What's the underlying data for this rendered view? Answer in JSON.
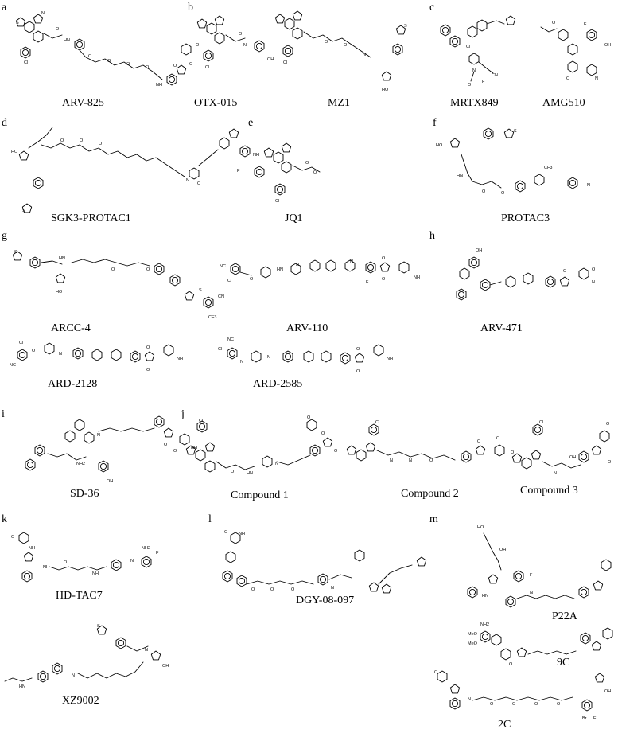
{
  "panels": [
    {
      "id": "a",
      "letter": "a",
      "compounds": [
        "ARV-825"
      ]
    },
    {
      "id": "b",
      "letter": "b",
      "compounds": [
        "OTX-015",
        "MZ1"
      ]
    },
    {
      "id": "c",
      "letter": "c",
      "compounds": [
        "MRTX849",
        "AMG510"
      ]
    },
    {
      "id": "d",
      "letter": "d",
      "compounds": [
        "SGK3-PROTAC1"
      ]
    },
    {
      "id": "e",
      "letter": "e",
      "compounds": [
        "JQ1"
      ]
    },
    {
      "id": "f",
      "letter": "f",
      "compounds": [
        "PROTAC3"
      ]
    },
    {
      "id": "g",
      "letter": "g",
      "compounds": [
        "ARCC-4",
        "ARV-110",
        "ARD-2128",
        "ARD-2585"
      ]
    },
    {
      "id": "h",
      "letter": "h",
      "compounds": [
        "ARV-471"
      ]
    },
    {
      "id": "i",
      "letter": "i",
      "compounds": [
        "SD-36"
      ]
    },
    {
      "id": "j",
      "letter": "j",
      "compounds": [
        "Compound 1",
        "Compound 2",
        "Compound 3"
      ]
    },
    {
      "id": "k",
      "letter": "k",
      "compounds": [
        "HD-TAC7",
        "XZ9002"
      ]
    },
    {
      "id": "l",
      "letter": "l",
      "compounds": [
        "DGY-08-097"
      ]
    },
    {
      "id": "m",
      "letter": "m",
      "compounds": [
        "P22A",
        "9C",
        "2C"
      ]
    }
  ],
  "atoms": [
    "N",
    "O",
    "S",
    "Cl",
    "F",
    "HN",
    "NH",
    "OH",
    "HO",
    "CN",
    "NC",
    "CF3",
    "NH2",
    "Br"
  ]
}
